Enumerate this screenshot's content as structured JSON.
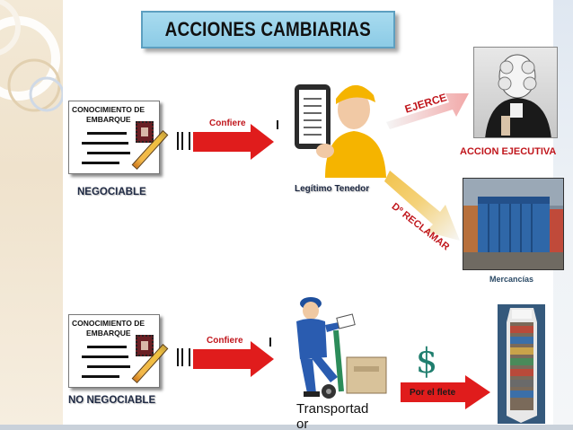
{
  "title": "ACCIONES CAMBIARIAS",
  "top_row": {
    "doc_title_line1": "CONOCIMIENTO DE",
    "doc_title_line2": "EMBARQUE",
    "doc_status": "NEGOCIABLE",
    "arrow_label": "Confiere",
    "holder_label": "Legítimo Tenedor",
    "arrow_up_label": "EJERCE",
    "arrow_down_label": "Dº RECLAMAR",
    "action_label": "ACCION  EJECUTIVA",
    "goods_label": "Mercancías"
  },
  "bottom_row": {
    "doc_title_line1": "CONOCIMIENTO DE",
    "doc_title_line2": "EMBARQUE",
    "doc_status": "NO NEGOCIABLE",
    "arrow_label": "Confiere",
    "carrier_label": "Transportad or",
    "dollar": "$",
    "freight_label": "Por el flete"
  },
  "colors": {
    "title_bg": "#9dd4ec",
    "arrow_red": "#e01c1c",
    "label_red": "#c0161c",
    "label_dark": "#1f2a44"
  }
}
